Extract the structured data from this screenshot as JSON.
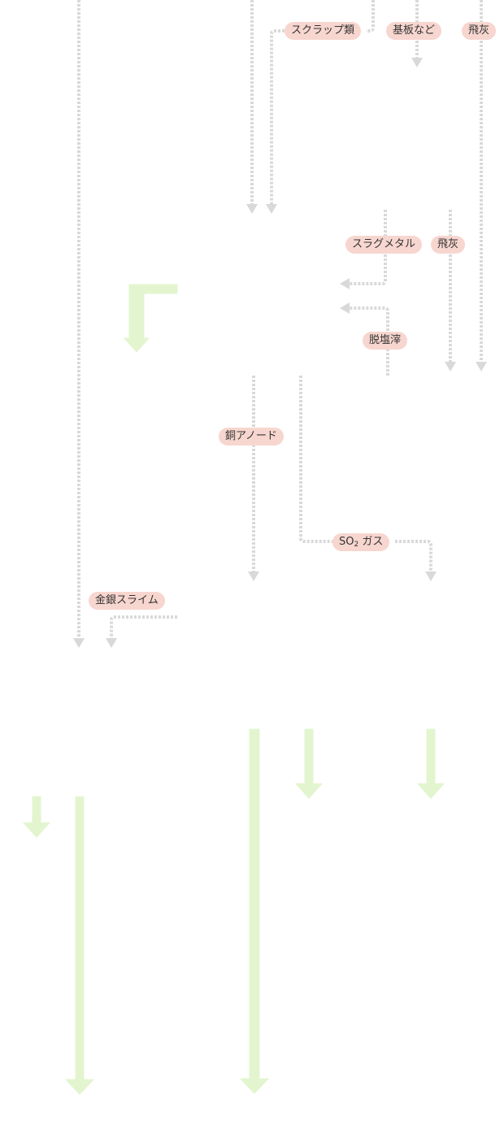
{
  "labels": {
    "scrap": "スクラップ類",
    "substrate": "基板など",
    "fly_ash_1": "飛灰",
    "slag_metal": "スラグメタル",
    "fly_ash_2": "飛灰",
    "dechlorination_residue": "脱塩滓",
    "copper_anode": "銅アノード",
    "so2_prefix": "SO",
    "so2_sub": "2",
    "so2_suffix": " ガス",
    "gold_silver_slime": "金銀スライム"
  },
  "colors": {
    "dotted_line": "#d9d9d9",
    "label_bg": "#f7d6cf",
    "green_arrow": "#e3f5cf"
  }
}
